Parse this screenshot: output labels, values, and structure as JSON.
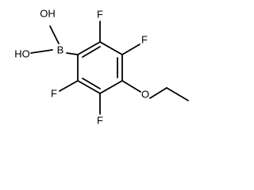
{
  "molecule": {
    "atoms": {
      "oh_top": "OH",
      "oh_bottom": "HO",
      "boron": "B",
      "f_top_left": "F",
      "f_top_right": "F",
      "f_bottom_left": "F",
      "f_bottom_right": "F",
      "oxygen": "O"
    }
  },
  "colors": {
    "bond": "#000000",
    "background": "#ffffff"
  }
}
